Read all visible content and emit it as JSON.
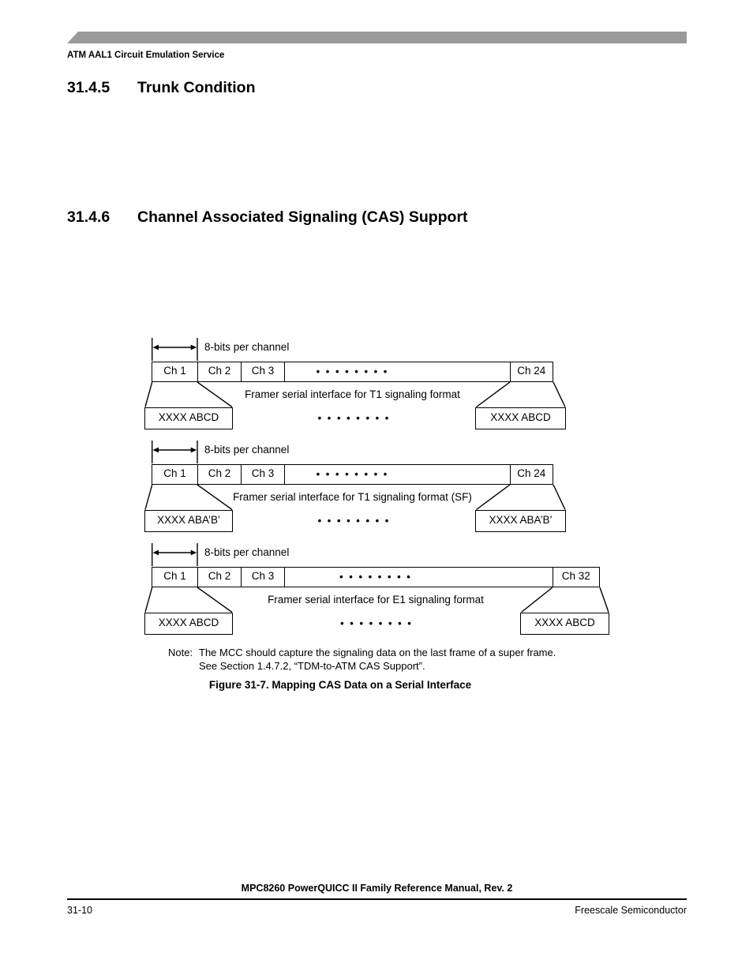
{
  "page": {
    "breadcrumb": "ATM AAL1 Circuit Emulation Service",
    "footer": {
      "manual_title": "MPC8260 PowerQUICC II Family Reference Manual, Rev. 2",
      "page_number": "31-10",
      "publisher": "Freescale Semiconductor"
    }
  },
  "sections": [
    {
      "number": "31.4.5",
      "title": "Trunk Condition"
    },
    {
      "number": "31.4.6",
      "title": "Channel Associated Signaling (CAS) Support"
    }
  ],
  "figure": {
    "caption": "Figure 31-7. Mapping CAS Data on a Serial Interface",
    "note_label": "Note:",
    "note_line1": "The MCC should capture the signaling data on the last frame of a super frame.",
    "note_line2": "See Section 1.4.7.2, “TDM-to-ATM CAS Support”.",
    "bits_label": "8-bits per channel",
    "dots": "• • • • • • • •",
    "diagrams": [
      {
        "channels": [
          "Ch 1",
          "Ch 2",
          "Ch 3"
        ],
        "last_channel": "Ch 24",
        "framer_label": "Framer serial interface for T1 signaling format",
        "signal_left": "XXXX ABCD",
        "signal_right": "XXXX ABCD"
      },
      {
        "channels": [
          "Ch 1",
          "Ch 2",
          "Ch 3"
        ],
        "last_channel": "Ch 24",
        "framer_label": "Framer serial interface for T1 signaling format (SF)",
        "signal_left": "XXXX ABA’B’",
        "signal_right": "XXXX ABA’B’"
      },
      {
        "channels": [
          "Ch 1",
          "Ch 2",
          "Ch 3"
        ],
        "last_channel": "Ch 32",
        "framer_label": "Framer serial interface for E1 signaling format",
        "signal_left": "XXXX ABCD",
        "signal_right": "XXXX ABCD"
      }
    ]
  }
}
